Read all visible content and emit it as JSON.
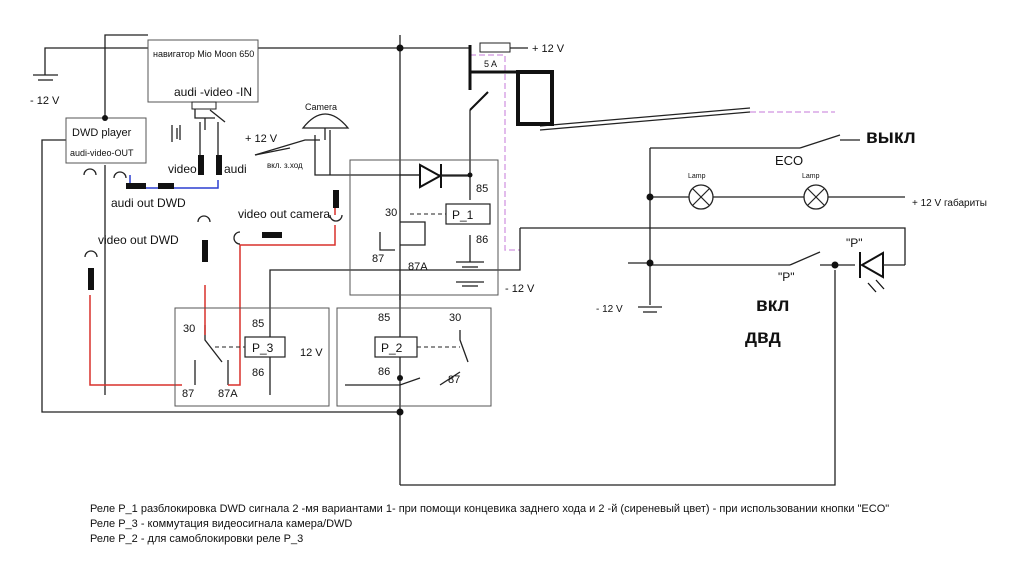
{
  "labels": {
    "minus12_topleft": "- 12 V",
    "navigator": "навигатор Mio Moon 650",
    "av_in": "audi -video -IN",
    "dwd_player": "DWD player",
    "av_out": "audi-video-OUT",
    "camera": "Camera",
    "plus12_camera": "+ 12 V",
    "reverse_switch": "вкл. з.ход",
    "video": "video",
    "audi": "audi",
    "audi_out_dwd": "audi out DWD",
    "video_out_camera": "video out camera",
    "video_out_dwd": "video out DWD",
    "fuse": "5 A",
    "plus12_top": "+ 12 V",
    "eco": "ECO",
    "lamp1": "Lamp",
    "lamp2": "Lamp",
    "plus12_gabarity": "+ 12 V габариты",
    "p_quoted": "\"P\"",
    "p_led": "\"P\"",
    "minus12_ground": "- 12 V",
    "minus12_p1": "- 12 V",
    "volt12_p3": "12 V",
    "vykl": "выкл",
    "vkl": "вкл",
    "dvd": "двд"
  },
  "relays": {
    "p1": {
      "name": "P_1",
      "t30": "30",
      "t85": "85",
      "t86": "86",
      "t87": "87",
      "t87a": "87A"
    },
    "p2": {
      "name": "P_2",
      "t85": "85",
      "t30": "30",
      "t86": "86",
      "t87": "87"
    },
    "p3": {
      "name": "P_3",
      "t30": "30",
      "t85": "85",
      "t86": "86",
      "t87": "87",
      "t87a": "87A"
    }
  },
  "notes": [
    "Реле Р_1 разблокировка DWD сигнала 2 -мя вариантами 1- при помощи концевика  заднего хода и 2 -й (сиреневый цвет) - при использовании кнопки \"ECO\"",
    "Реле Р_3 - коммутация видеосигнала камера/DWD",
    "Реле Р_2 - для самоблокировки реле Р_3"
  ],
  "colors": {
    "wire": "#222222",
    "red_wire": "#d9302b",
    "blue_wire": "#2b3fd0",
    "violet_wire": "#d9a6e6",
    "box_border": "#555555"
  }
}
